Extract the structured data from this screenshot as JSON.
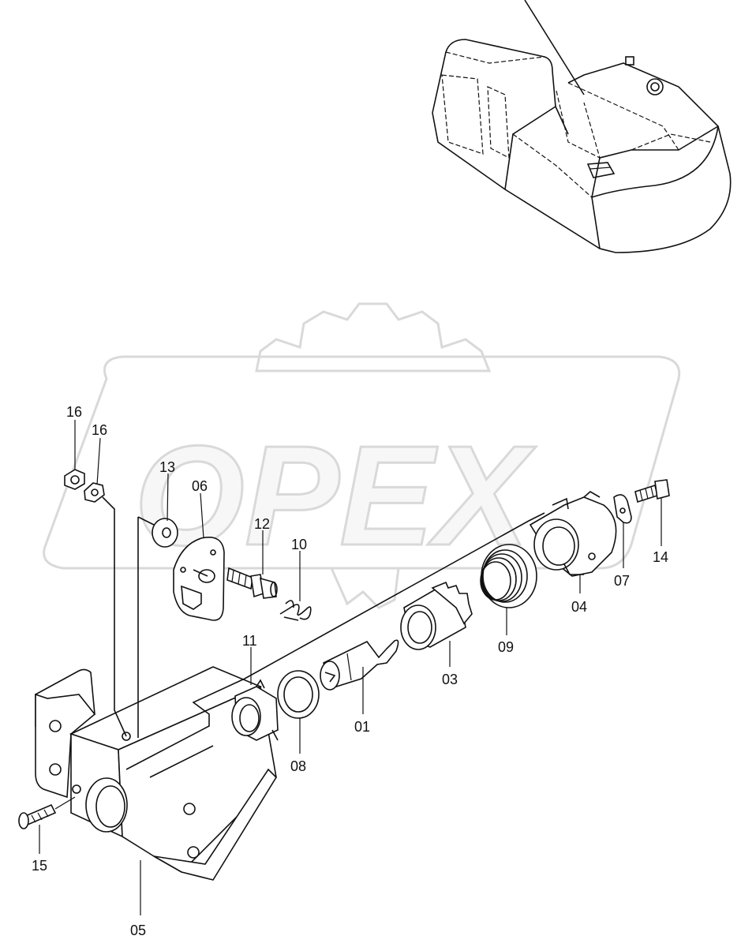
{
  "parts": {
    "p01": "01",
    "p03": "03",
    "p04": "04",
    "p05": "05",
    "p06": "06",
    "p07": "07",
    "p08": "08",
    "p09": "09",
    "p10": "10",
    "p11": "11",
    "p12": "12",
    "p13": "13",
    "p14": "14",
    "p15": "15",
    "p16a": "16",
    "p16b": "16"
  },
  "watermark": {
    "text": "OPEX"
  }
}
